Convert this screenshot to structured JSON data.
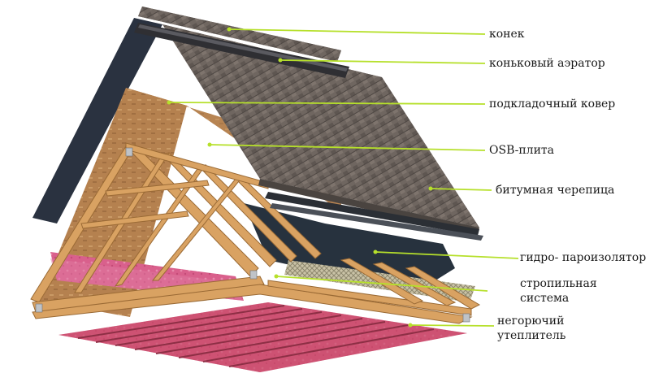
{
  "diagram": {
    "labels": {
      "ridge": "конек",
      "ridge_aerator": "коньковый аэратор",
      "underlay": "подкладочный ковер",
      "osb": "OSB-плита",
      "shingles": "битумная черепица",
      "membrane": "гидро- пароизолятор",
      "rafters_line1": "стропильная",
      "rafters_line2": "система",
      "insulation_line1": "негорючий",
      "insulation_line2": "утеплитель"
    },
    "colors": {
      "leader": "#b6e02b",
      "shingle": "#6f6660",
      "underlay": "#2c3440",
      "osb": "#b98957",
      "wood": "#d7a060",
      "insulation": "#e07aa0",
      "membrane": "#27323e"
    }
  }
}
